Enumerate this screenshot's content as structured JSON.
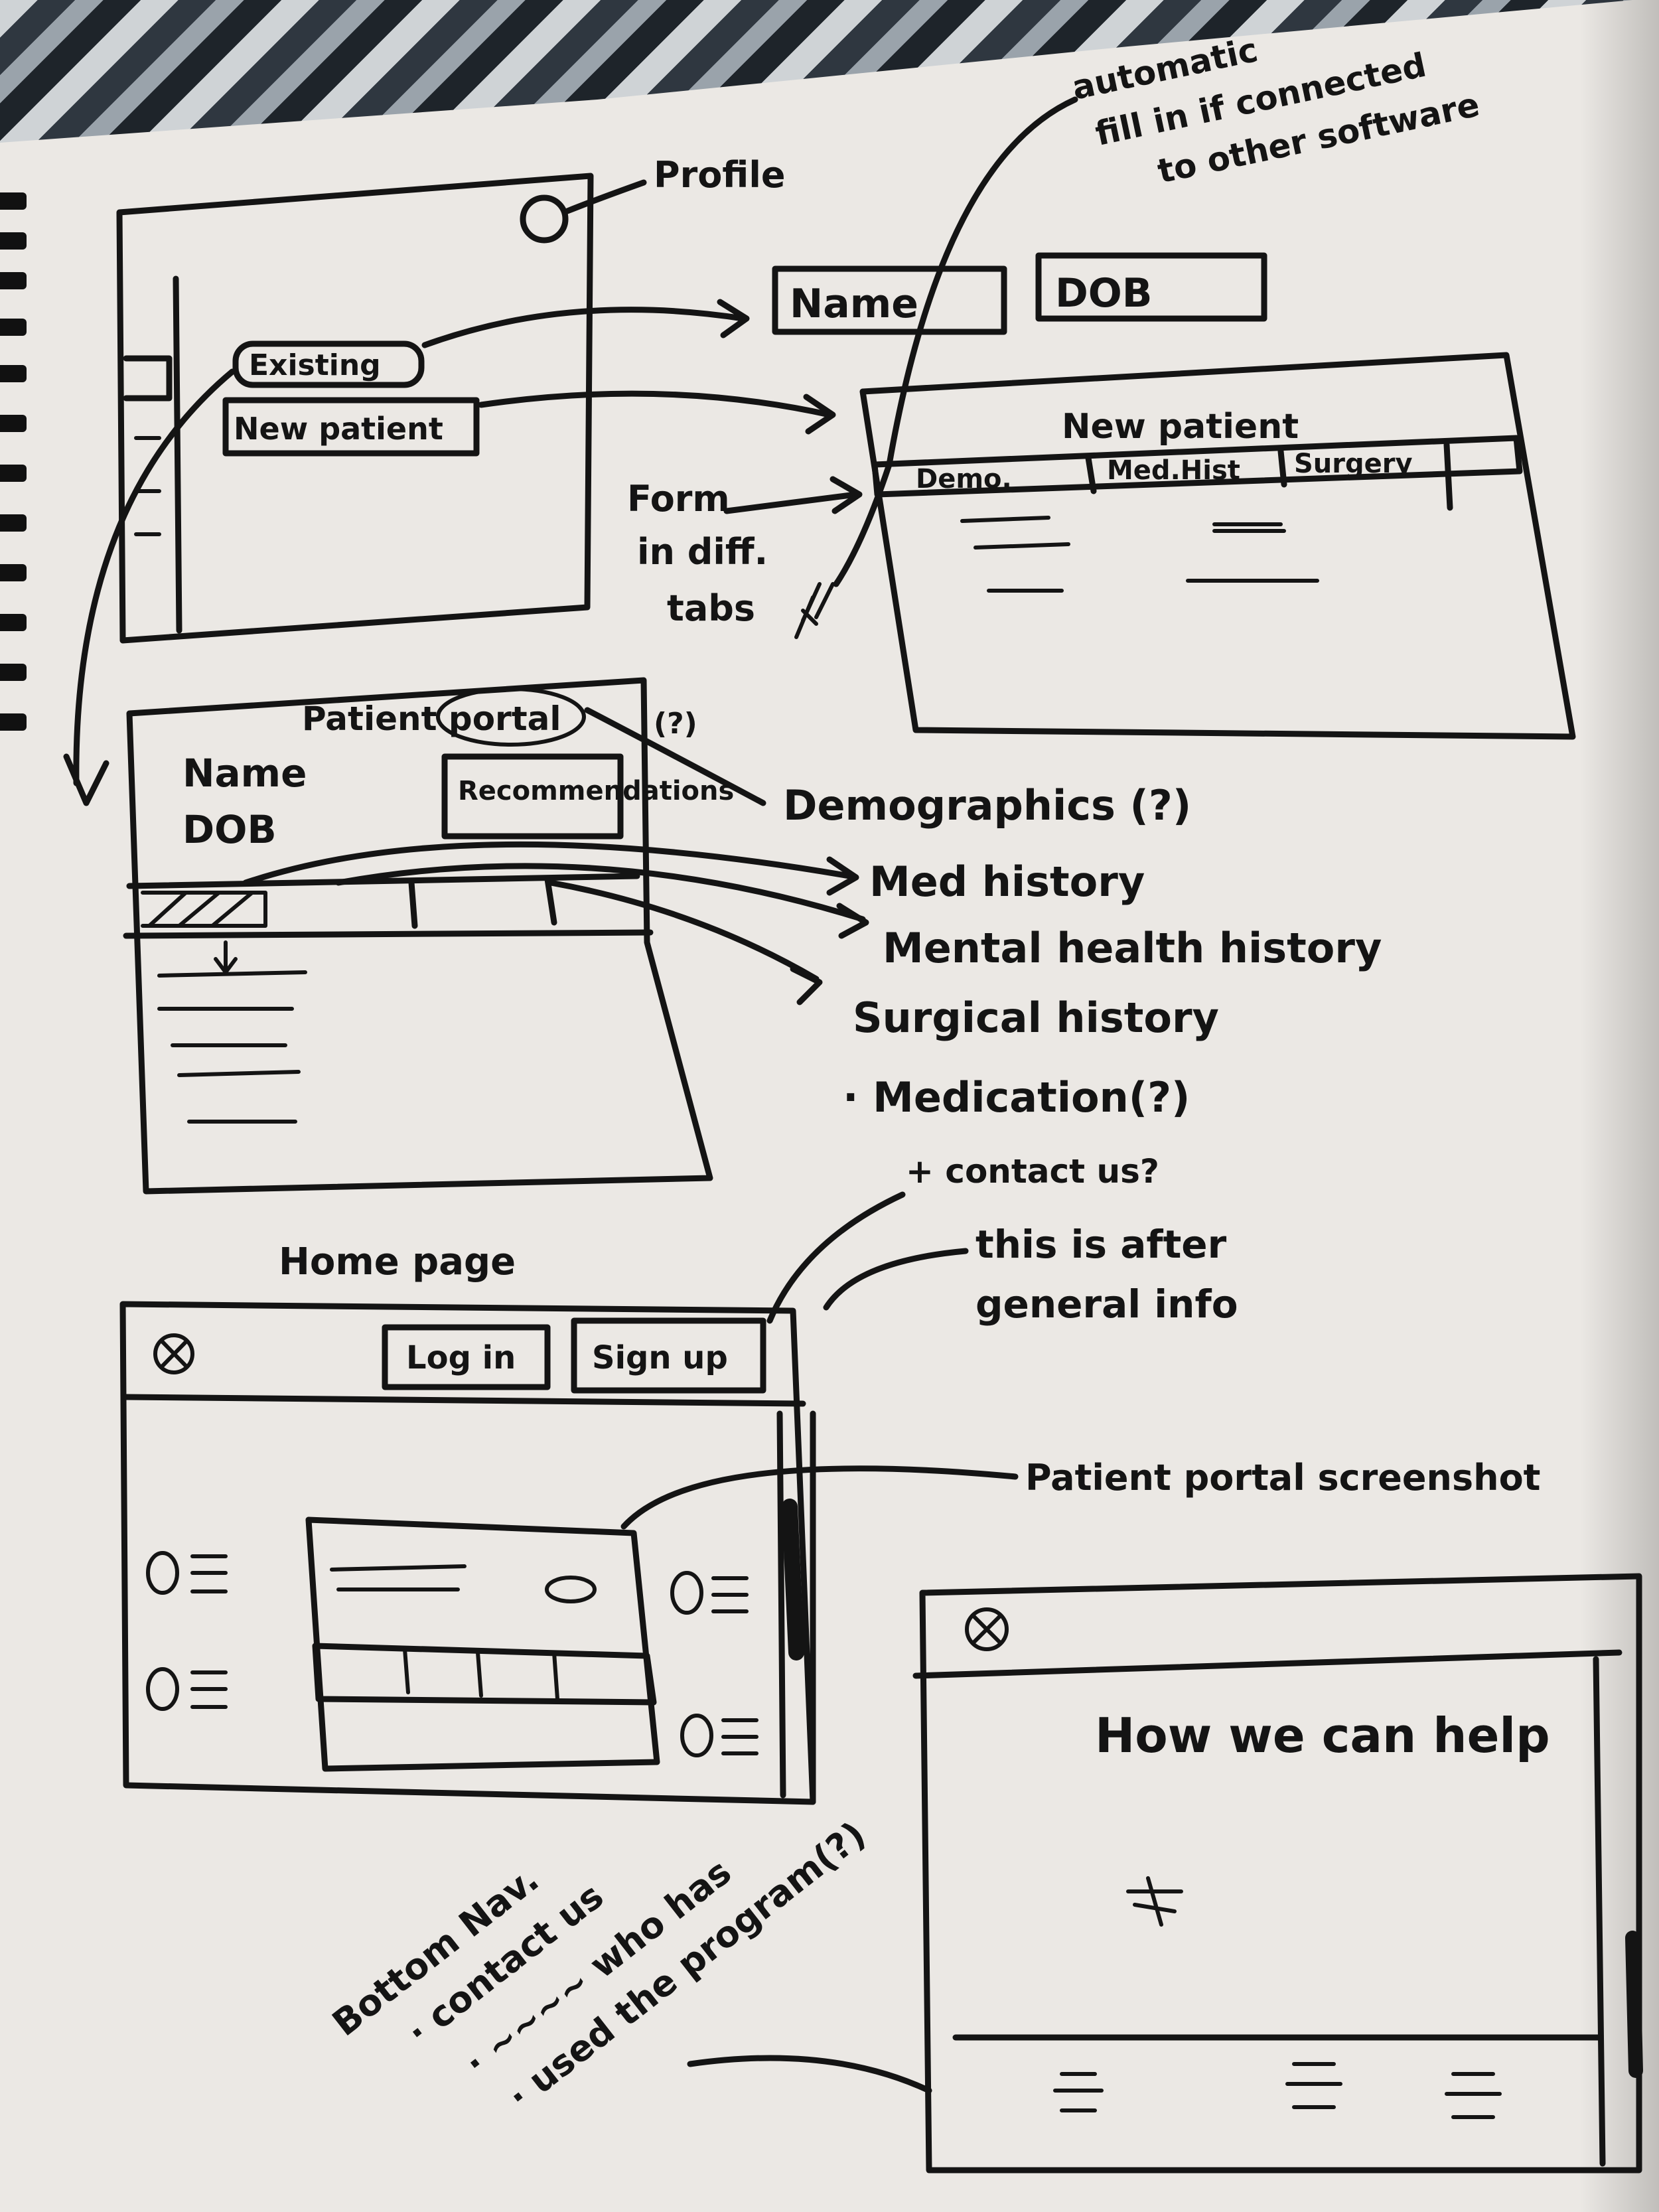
{
  "notes": {
    "profile": "Profile",
    "autofill": [
      "automatic",
      "fill in if connected",
      "to other software"
    ],
    "form_tabs": [
      "Form",
      "in diff.",
      "tabs"
    ],
    "portal_title": "Patient portal",
    "portal_question": "(?)",
    "demographics": "Demographics (?)",
    "med_history": "Med history",
    "mental_health": "Mental health history",
    "surgical": "Surgical history",
    "medication": "· Medication(?)",
    "home_page": "Home page",
    "contact_q": "+ contact us?",
    "after_info": [
      "this is after",
      "general info"
    ],
    "portal_screenshot": "Patient portal screenshot",
    "bottom_nav": [
      "Bottom Nav.",
      "· contact us",
      "· ~~~~ who has",
      "· used the program(?)"
    ]
  },
  "sketch_profile": {
    "existing_label": "Existing",
    "new_patient_label": "New patient"
  },
  "sketch_fields": {
    "name_label": "Name",
    "dob_label": "DOB"
  },
  "sketch_new_patient": {
    "title": "New patient",
    "tabs": [
      "Demo.",
      "Med.Hist",
      "Surgery"
    ]
  },
  "sketch_portal": {
    "name": "Name",
    "dob": "DOB",
    "recommendations": "Recommendations"
  },
  "sketch_home": {
    "login": "Log in",
    "signup": "Sign up"
  },
  "sketch_help": {
    "heading": "How we can help"
  }
}
